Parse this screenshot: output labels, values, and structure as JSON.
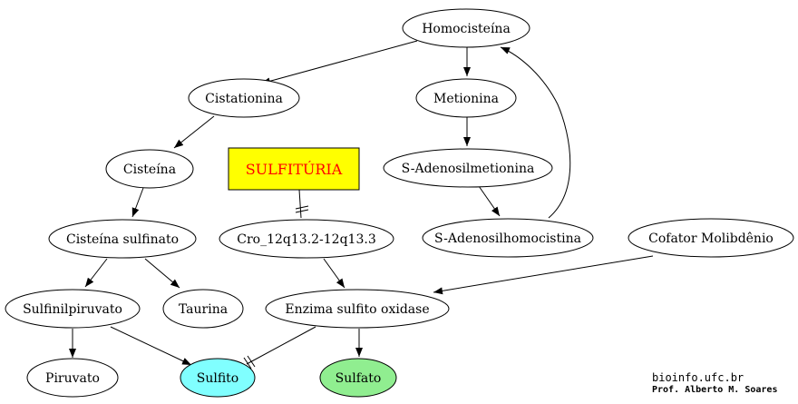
{
  "nodes": {
    "homocisteina": "Homocisteína",
    "cistationina": "Cistationina",
    "metionina": "Metionina",
    "cisteina": "Cisteína",
    "sulfituria": "SULFITÚRIA",
    "s_adenosilmetionina": "S-Adenosilmetionina",
    "cisteina_sulfinato": "Cisteína sulfinato",
    "cro": "Cro_12q13.2-12q13.3",
    "s_adenosilhomocistina": "S-Adenosilhomocistina",
    "cofator": "Cofator Molibdênio",
    "sulfinilpiruvato": "Sulfinilpiruvato",
    "taurina": "Taurina",
    "enzima": "Enzima sulfito oxidase",
    "piruvato": "Piruvato",
    "sulfito": "Sulfito",
    "sulfato": "Sulfato"
  },
  "colors": {
    "sulfituria_fill": "#ffff00",
    "sulfituria_text": "#ff0000",
    "sulfito_fill": "#80ffff",
    "sulfato_fill": "#90ee90",
    "default_fill": "#ffffff",
    "stroke": "#000000"
  },
  "credits": {
    "site": "bioinfo.ufc.br",
    "author": "Prof. Alberto M. Soares"
  }
}
